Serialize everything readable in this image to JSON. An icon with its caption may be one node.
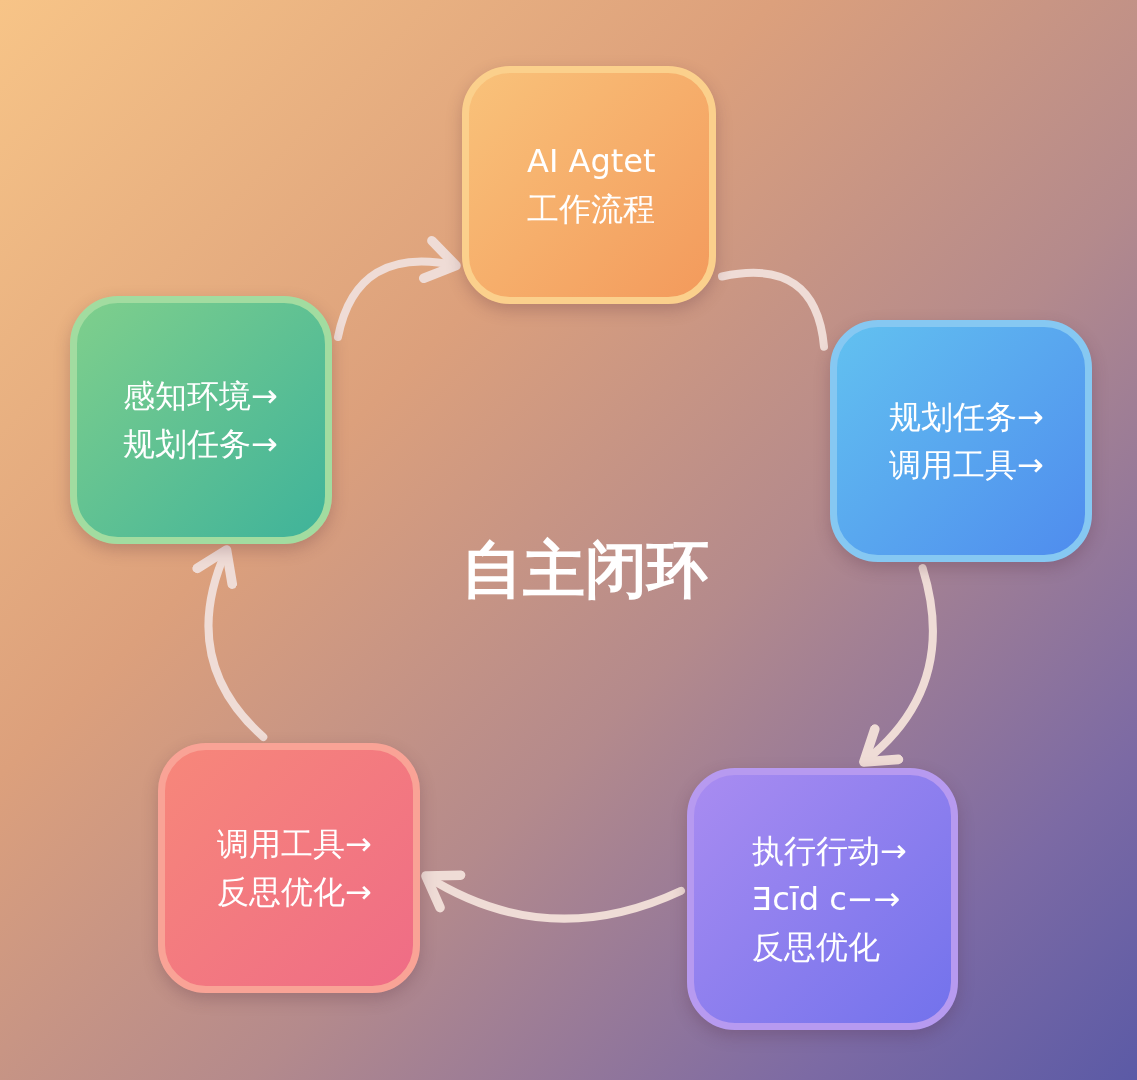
{
  "diagram": {
    "nodes": [
      {
        "text": [
          "AI Agtet",
          "工作流程"
        ]
      },
      {
        "text": [
          "感知环境→",
          "规划任务→"
        ]
      },
      {
        "text": [
          "规划任务→",
          "调用工具→"
        ]
      },
      {
        "text": [
          "调用工具→",
          "反思优化→"
        ]
      },
      {
        "text": [
          "执行行动→",
          "Ǝcīd c−→",
          "反思优化"
        ]
      }
    ],
    "edges": [
      {
        "from": 1,
        "to": 0,
        "arrow": "to"
      },
      {
        "from": 0,
        "to": 2,
        "arrow": "none"
      },
      {
        "from": 2,
        "to": 4,
        "arrow": "to"
      },
      {
        "from": 4,
        "to": 3,
        "arrow": "to"
      },
      {
        "from": 3,
        "to": 1,
        "arrow": "to"
      }
    ],
    "labels": [
      "自主闭环"
    ]
  }
}
